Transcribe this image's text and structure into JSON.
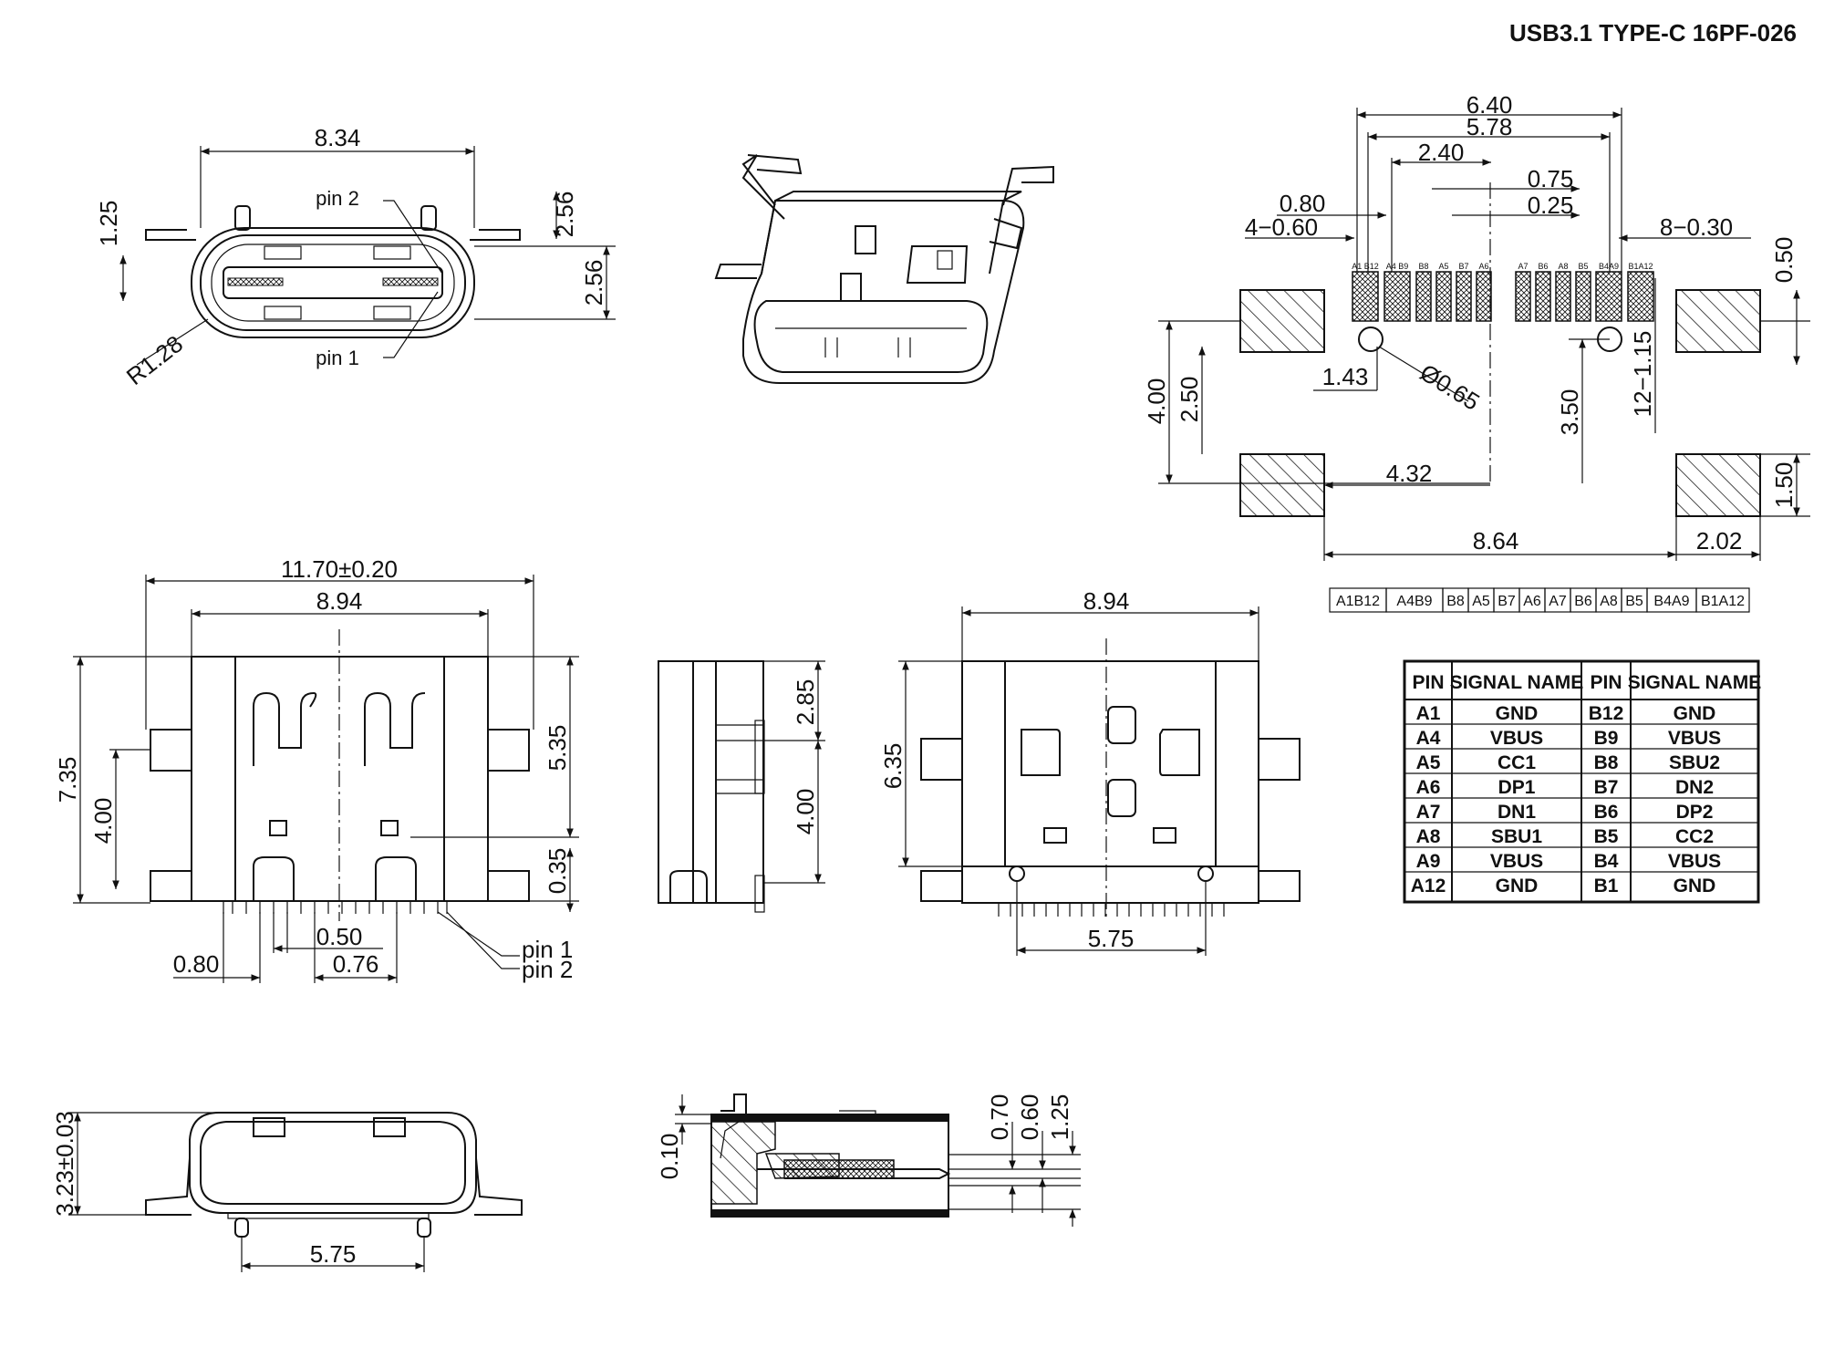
{
  "title": "USB3.1 TYPE-C 16PF-026",
  "front_view": {
    "width": "8.34",
    "dim_left": "1.25",
    "dim_right_top": "2.56",
    "dim_right": "2.56",
    "radius": "R1.28",
    "pin2": "pin 2",
    "pin1": "pin 1"
  },
  "footprint": {
    "d640": "6.40",
    "d578": "5.78",
    "d240": "2.40",
    "d075": "0.75",
    "d025": "0.25",
    "d080": "0.80",
    "d4x060": "4−0.60",
    "d8x030": "8−0.30",
    "d050": "0.50",
    "d143": "1.43",
    "d065": "Ø0.65",
    "d400": "4.00",
    "d250": "2.50",
    "d350": "3.50",
    "d12": "12−1.15",
    "d432": "4.32",
    "d150": "1.50",
    "d864": "8.64",
    "d202": "2.02",
    "pad_labels": [
      "A1 B12",
      "A4 B9",
      "B8",
      "A5",
      "B7",
      "A6",
      "A7",
      "B6",
      "A8",
      "B5",
      "B4A9",
      "B1A12"
    ]
  },
  "pin_strip": [
    "A1B12",
    "A4B9",
    "B8",
    "A5",
    "B7",
    "A6",
    "A7",
    "B6",
    "A8",
    "B5",
    "B4A9",
    "B1A12"
  ],
  "top_view": {
    "width_total": "11.70±0.20",
    "width": "8.94",
    "height_left": "7.35",
    "height_inner": "4.00",
    "right_535": "5.35",
    "right_035": "0.35",
    "pitch": "0.50",
    "d080": "0.80",
    "d076": "0.76",
    "pin1": "pin  1",
    "pin2": "pin  2"
  },
  "side_view": {
    "d285": "2.85",
    "d400": "4.00"
  },
  "bottom_view": {
    "width": "8.94",
    "height": "6.35",
    "pitch": "5.75"
  },
  "end_view": {
    "height": "3.23±0.03",
    "pitch": "5.75"
  },
  "section_view": {
    "d010": "0.10",
    "d070": "0.70",
    "d060": "0.60",
    "d125": "1.25"
  },
  "pin_table": {
    "headers": [
      "PIN",
      "SIGNAL NAME",
      "PIN",
      "SIGNAL NAME"
    ],
    "rows": [
      [
        "A1",
        "GND",
        "B12",
        "GND"
      ],
      [
        "A4",
        "VBUS",
        "B9",
        "VBUS"
      ],
      [
        "A5",
        "CC1",
        "B8",
        "SBU2"
      ],
      [
        "A6",
        "DP1",
        "B7",
        "DN2"
      ],
      [
        "A7",
        "DN1",
        "B6",
        "DP2"
      ],
      [
        "A8",
        "SBU1",
        "B5",
        "CC2"
      ],
      [
        "A9",
        "VBUS",
        "B4",
        "VBUS"
      ],
      [
        "A12",
        "GND",
        "B1",
        "GND"
      ]
    ]
  }
}
